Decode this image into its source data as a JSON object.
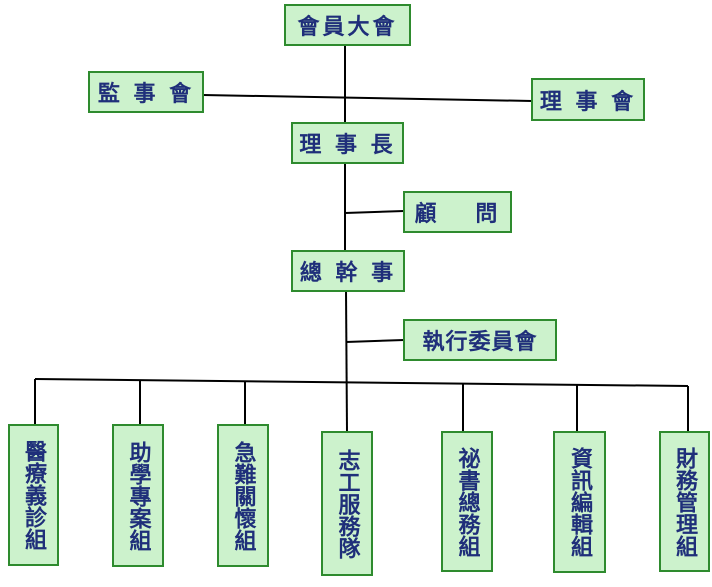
{
  "org_chart": {
    "general_assembly": "會員大會",
    "supervisors_board": "監 事 會",
    "directors_board": "理 事 會",
    "chairman": "理 事 長",
    "advisor": "顧　 問",
    "secretary_general": "總 幹 事",
    "executive_committee": "執行委員會",
    "departments": [
      {
        "label": "醫療義診組"
      },
      {
        "label": "助學專案組"
      },
      {
        "label": "急難關懷組"
      },
      {
        "label": "志工服務隊"
      },
      {
        "label": "祕書總務組"
      },
      {
        "label": "資訊編輯組"
      },
      {
        "label": "財務管理組"
      }
    ]
  },
  "colors": {
    "box_fill": "#ccf2cc",
    "box_border": "#2e8b2e",
    "text": "#1f2f7a",
    "line": "#000000"
  }
}
